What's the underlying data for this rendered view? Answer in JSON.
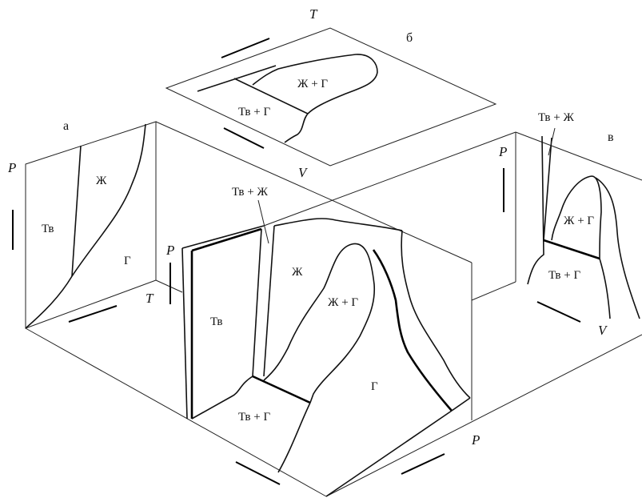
{
  "panels": {
    "a": "а",
    "b": "б",
    "c": "в"
  },
  "axes": {
    "p": "P",
    "t": "T",
    "v": "V"
  },
  "phases": {
    "solid": "Тв",
    "liquid": "Ж",
    "gas": "Г",
    "solid_gas": "Тв + Г",
    "liquid_gas": "Ж + Г",
    "solid_liquid": "Тв + Ж"
  }
}
